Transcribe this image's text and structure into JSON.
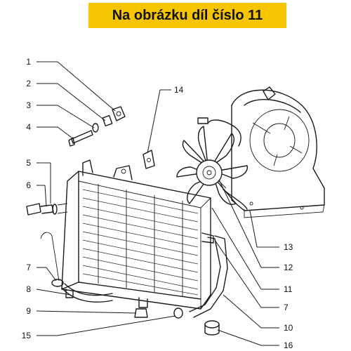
{
  "header": {
    "title": "Na obrázku díl číslo 11",
    "background": "#f6c400"
  },
  "callouts": [
    "1",
    "2",
    "3",
    "4",
    "5",
    "6",
    "7",
    "8",
    "9",
    "15",
    "14",
    "13",
    "12",
    "11",
    "7",
    "10",
    "16"
  ]
}
